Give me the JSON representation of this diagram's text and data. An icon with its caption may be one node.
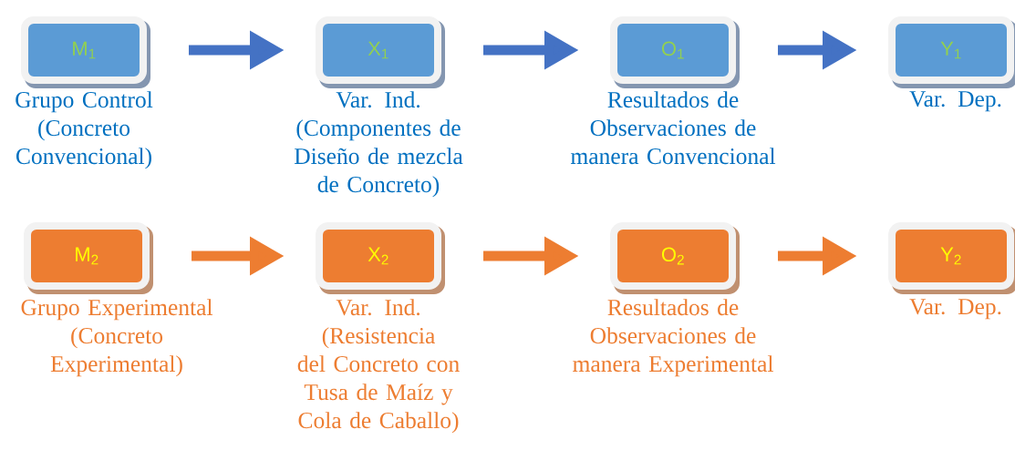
{
  "diagram": {
    "nodes": [
      {
        "text": [
          "M$_{1}$"
        ],
        "beside": [
          "Grupo Control (Concreto Convencional)"
        ]
      },
      {
        "text": [
          "X$_{1}$"
        ],
        "beside": [
          "Var. Ind. (Componentes de Diseño de mezcla de Concreto)"
        ]
      },
      {
        "text": [
          "O$_{1}$"
        ],
        "beside": [
          "Resultados de Observaciones de manera Convencional"
        ]
      },
      {
        "text": [
          "Y$_{1}$"
        ],
        "beside": [
          "Var. Dep."
        ]
      },
      {
        "text": [
          "M$_{2}$"
        ],
        "beside": [
          "Grupo Experimental (Concreto Experimental)"
        ]
      },
      {
        "text": [
          "X$_{2}$"
        ],
        "beside": [
          "Var. Ind. (Resistencia del Concreto con Tusa de Maíz y Cola de Caballo)"
        ]
      },
      {
        "text": [
          "O$_{2}$"
        ],
        "beside": [
          "Resultados de Observaciones de manera Experimental"
        ]
      },
      {
        "text": [
          "Y$_{2}$"
        ],
        "beside": [
          "Var. Dep."
        ]
      }
    ],
    "edges": [
      {
        "from": 0,
        "to": 1,
        "arrow": "to",
        "color": "#4472c4"
      },
      {
        "from": 1,
        "to": 2,
        "arrow": "to",
        "color": "#4472c4"
      },
      {
        "from": 2,
        "to": 3,
        "arrow": "to",
        "color": "#4472c4"
      },
      {
        "from": 4,
        "to": 5,
        "arrow": "to",
        "color": "#ed7d31"
      },
      {
        "from": 5,
        "to": 6,
        "arrow": "to",
        "color": "#ed7d31"
      },
      {
        "from": 6,
        "to": 7,
        "arrow": "to",
        "color": "#ed7d31"
      }
    ]
  }
}
